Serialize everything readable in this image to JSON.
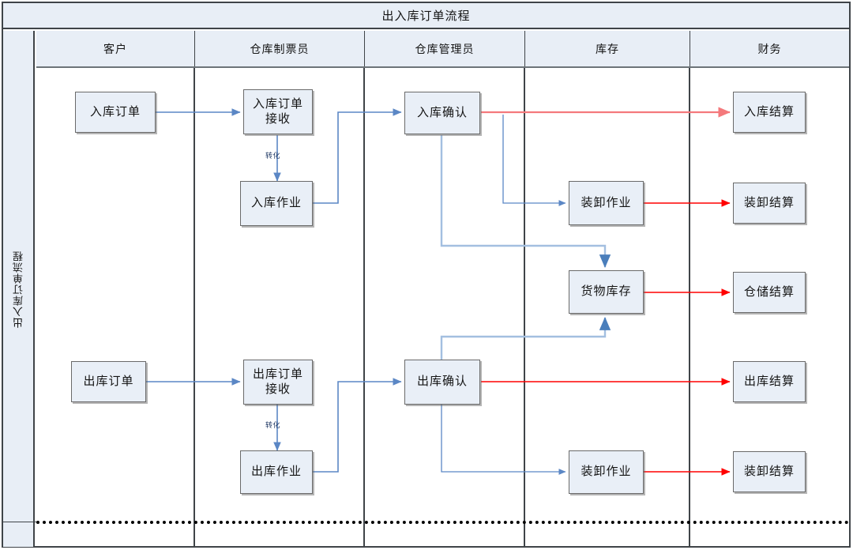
{
  "title": "出入库订单流程",
  "lane_label": "出入库订单流程",
  "columns": [
    {
      "label": "客户"
    },
    {
      "label": "仓库制票员"
    },
    {
      "label": "仓库管理员"
    },
    {
      "label": "库存"
    },
    {
      "label": "财务"
    }
  ],
  "nodes": [
    {
      "id": "in-order",
      "label": "入库订单"
    },
    {
      "id": "in-order-recv",
      "label": "入库订单\n接收"
    },
    {
      "id": "in-job",
      "label": "入库作业"
    },
    {
      "id": "in-confirm",
      "label": "入库确认"
    },
    {
      "id": "in-settle",
      "label": "入库结算"
    },
    {
      "id": "load-job-1",
      "label": "装卸作业"
    },
    {
      "id": "load-settle-1",
      "label": "装卸结算"
    },
    {
      "id": "goods-stock",
      "label": "货物库存"
    },
    {
      "id": "store-settle",
      "label": "仓储结算"
    },
    {
      "id": "out-order",
      "label": "出库订单"
    },
    {
      "id": "out-order-recv",
      "label": "出库订单\n接收"
    },
    {
      "id": "out-job",
      "label": "出库作业"
    },
    {
      "id": "out-confirm",
      "label": "出库确认"
    },
    {
      "id": "out-settle",
      "label": "出库结算"
    },
    {
      "id": "load-job-2",
      "label": "装卸作业"
    },
    {
      "id": "load-settle-2",
      "label": "装卸结算"
    }
  ],
  "edge_labels": {
    "convert_in": "转化",
    "convert_out": "转化"
  },
  "colors": {
    "node_fill": "#e9eff7",
    "node_border": "#6a6a6a",
    "band_fill": "#e8eef6",
    "frame": "#3f4448",
    "flow_blue": "#5b87c5",
    "flow_blue_light": "#a3bfe0",
    "flow_red": "#ff0000",
    "flow_red_light": "#f4797c",
    "label_text": "#1f3864",
    "divider_dotted": "#000000"
  },
  "chart_data": {
    "type": "diagram",
    "title": "出入库订单流程",
    "lanes": [
      "客户",
      "仓库制票员",
      "仓库管理员",
      "库存",
      "财务"
    ],
    "flows": [
      {
        "from": "入库订单",
        "to": "入库订单接收",
        "color": "blue",
        "label": ""
      },
      {
        "from": "入库订单接收",
        "to": "入库作业",
        "color": "blue",
        "label": "转化"
      },
      {
        "from": "入库作业",
        "to": "入库确认",
        "color": "blue",
        "label": ""
      },
      {
        "from": "入库确认",
        "to": "入库结算",
        "color": "red",
        "label": ""
      },
      {
        "from": "入库确认",
        "to": "装卸作业",
        "color": "blue",
        "label": ""
      },
      {
        "from": "装卸作业",
        "to": "装卸结算",
        "color": "red",
        "label": ""
      },
      {
        "from": "入库确认",
        "to": "货物库存",
        "color": "blue",
        "label": ""
      },
      {
        "from": "货物库存",
        "to": "仓储结算",
        "color": "red",
        "label": ""
      },
      {
        "from": "出库订单",
        "to": "出库订单接收",
        "color": "blue",
        "label": ""
      },
      {
        "from": "出库订单接收",
        "to": "出库作业",
        "color": "blue",
        "label": "转化"
      },
      {
        "from": "出库作业",
        "to": "出库确认",
        "color": "blue",
        "label": ""
      },
      {
        "from": "出库确认",
        "to": "出库结算",
        "color": "red",
        "label": ""
      },
      {
        "from": "出库确认",
        "to": "装卸作业",
        "color": "blue",
        "label": ""
      },
      {
        "from": "装卸作业",
        "to": "装卸结算",
        "color": "red",
        "label": ""
      },
      {
        "from": "出库确认",
        "to": "货物库存",
        "color": "blue",
        "label": ""
      }
    ]
  }
}
